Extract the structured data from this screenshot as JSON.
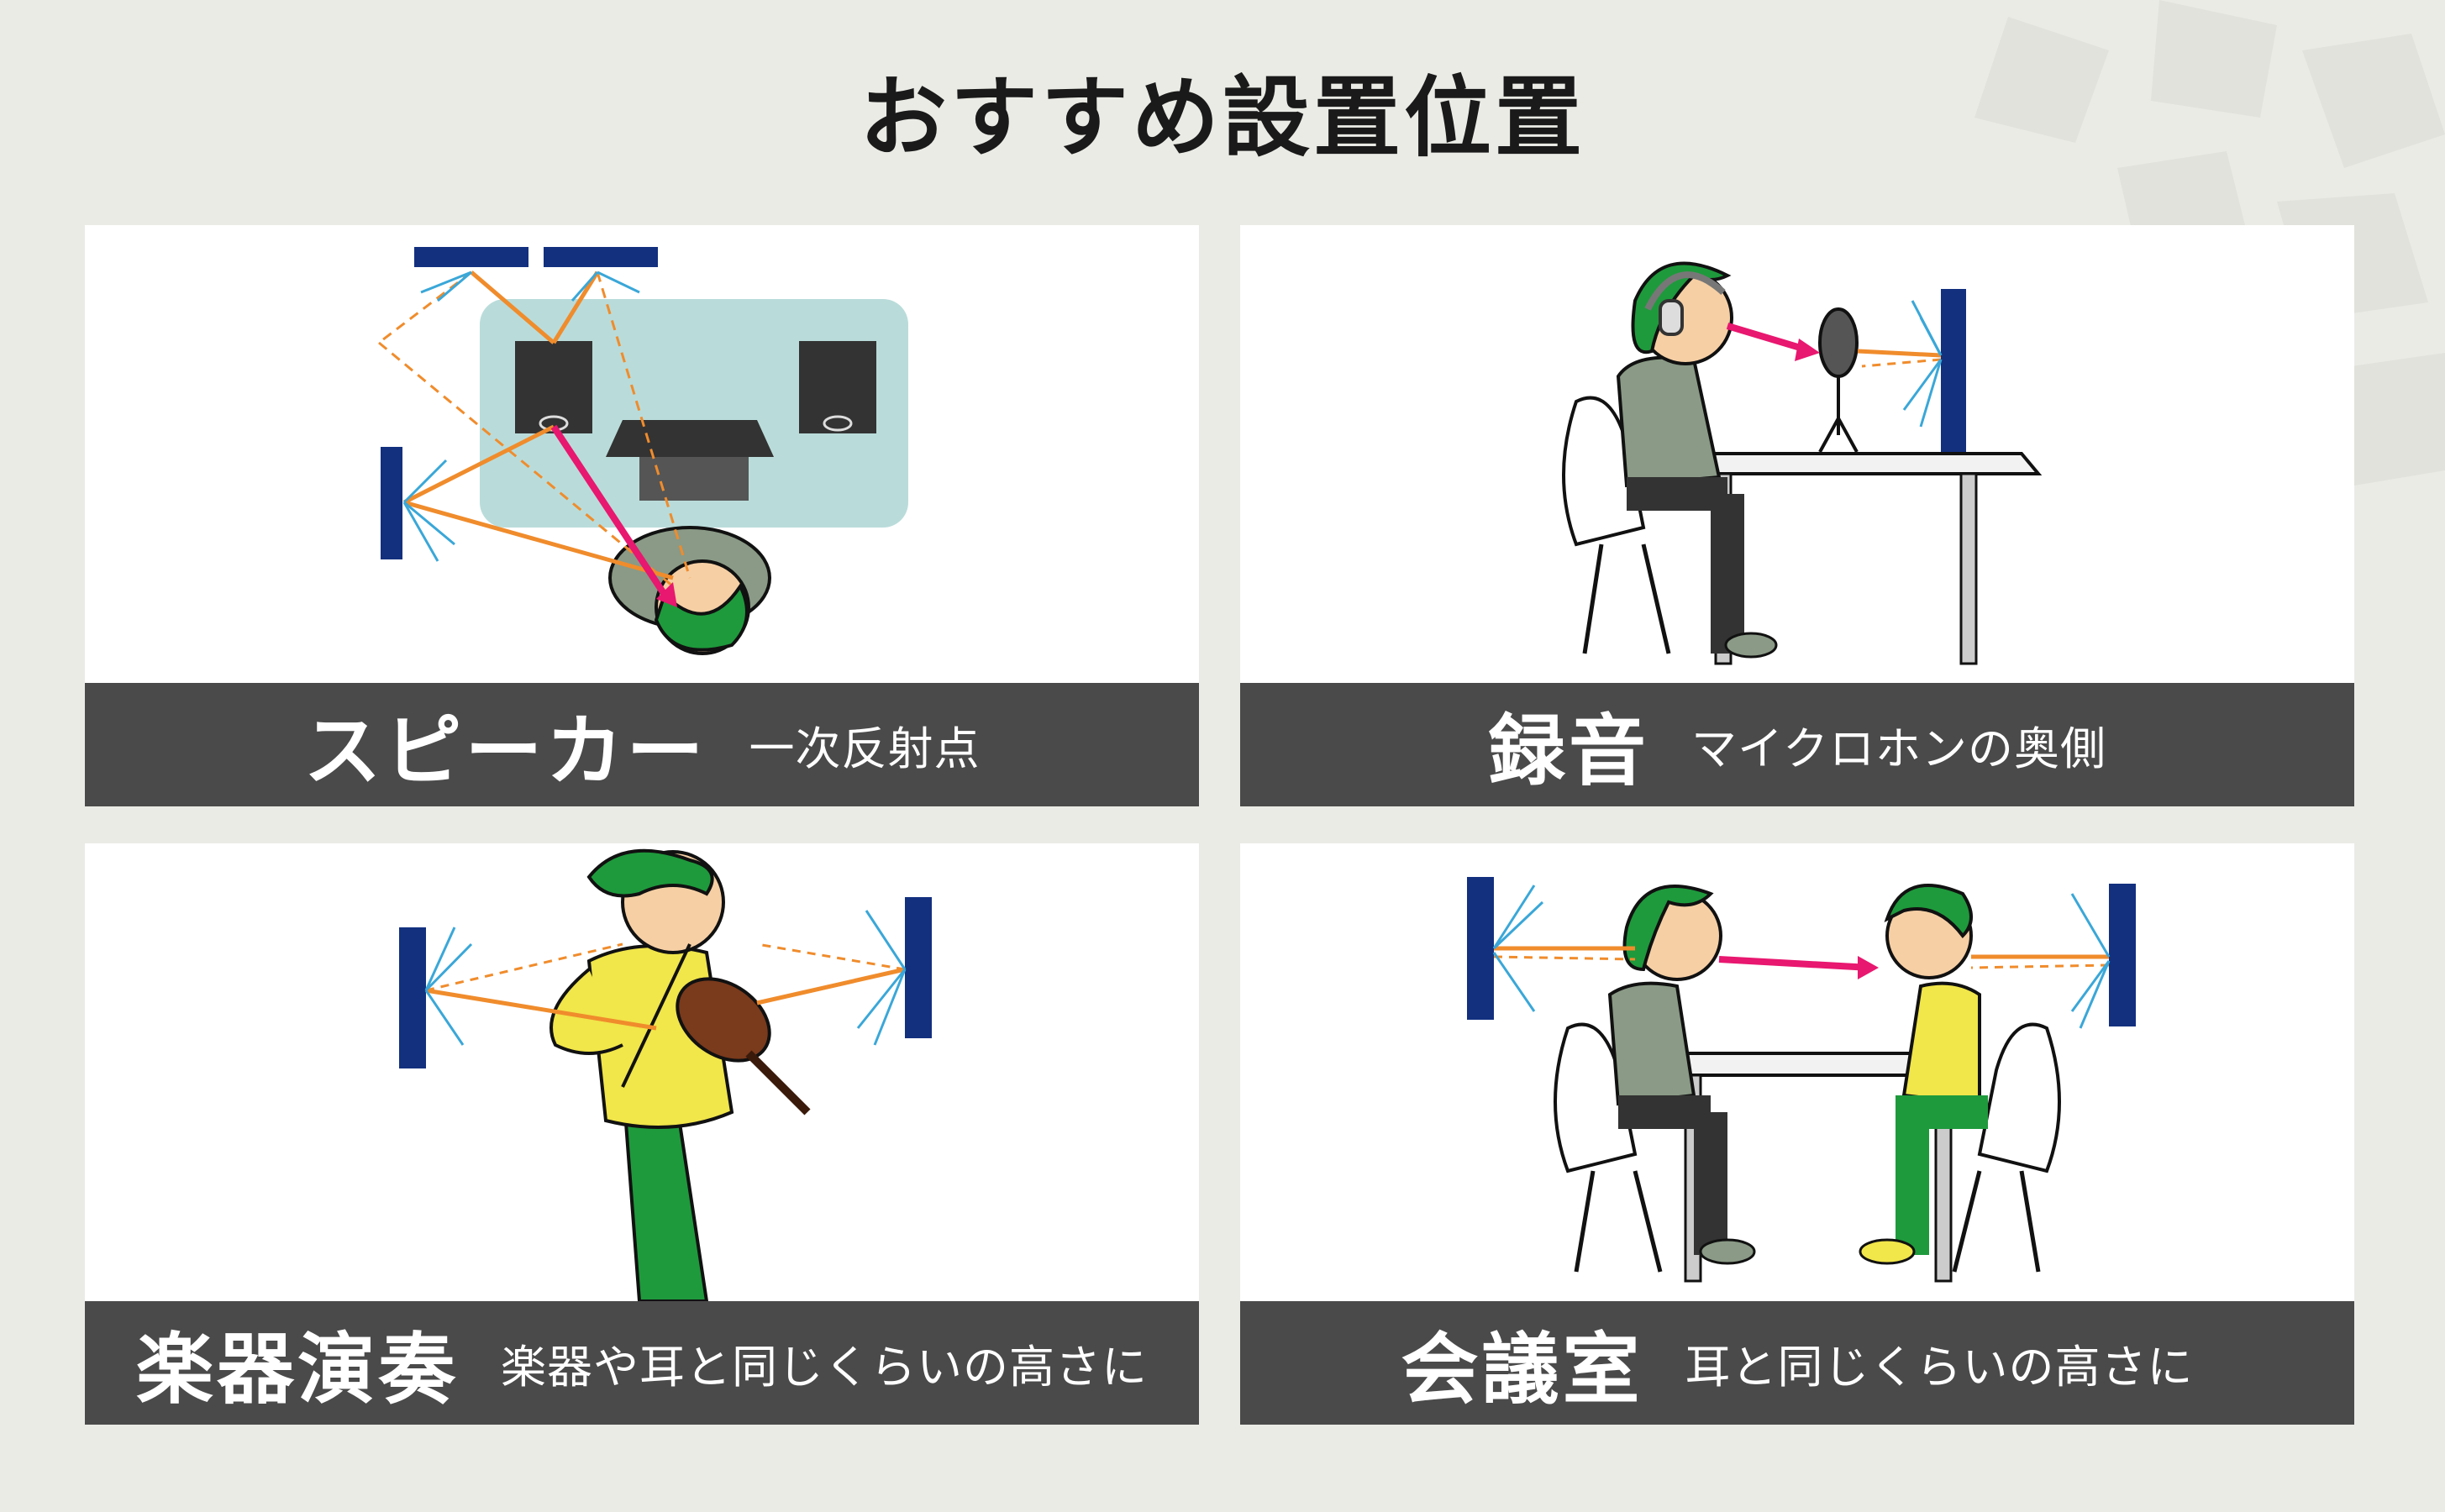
{
  "title": "おすすめ設置位置",
  "colors": {
    "background": "#ebebe6",
    "caption_bar": "#4a4a4a",
    "panel_blue": "#13307f",
    "direct_sound": "#e8176f",
    "reflection": "#f08c2c",
    "diffusion": "#3aa7d8",
    "hair": "#1e9a3c"
  },
  "cards": [
    {
      "caption_main": "スピーカー",
      "caption_sub": "一次反射点",
      "icons": [
        "speaker-icon",
        "laptop-icon",
        "acoustic-panel-icon",
        "listener-icon"
      ]
    },
    {
      "caption_main": "録音",
      "caption_sub": "マイクロホンの奥側",
      "icons": [
        "microphone-icon",
        "headphones-icon",
        "desk-icon",
        "chair-icon",
        "acoustic-panel-icon"
      ]
    },
    {
      "caption_main": "楽器演奏",
      "caption_sub": "楽器や耳と同じくらいの高さに",
      "icons": [
        "violin-icon",
        "violinist-icon",
        "acoustic-panel-icon"
      ]
    },
    {
      "caption_main": "会議室",
      "caption_sub": "耳と同じくらいの高さに",
      "icons": [
        "meeting-table-icon",
        "chair-icon",
        "acoustic-panel-icon"
      ]
    }
  ]
}
